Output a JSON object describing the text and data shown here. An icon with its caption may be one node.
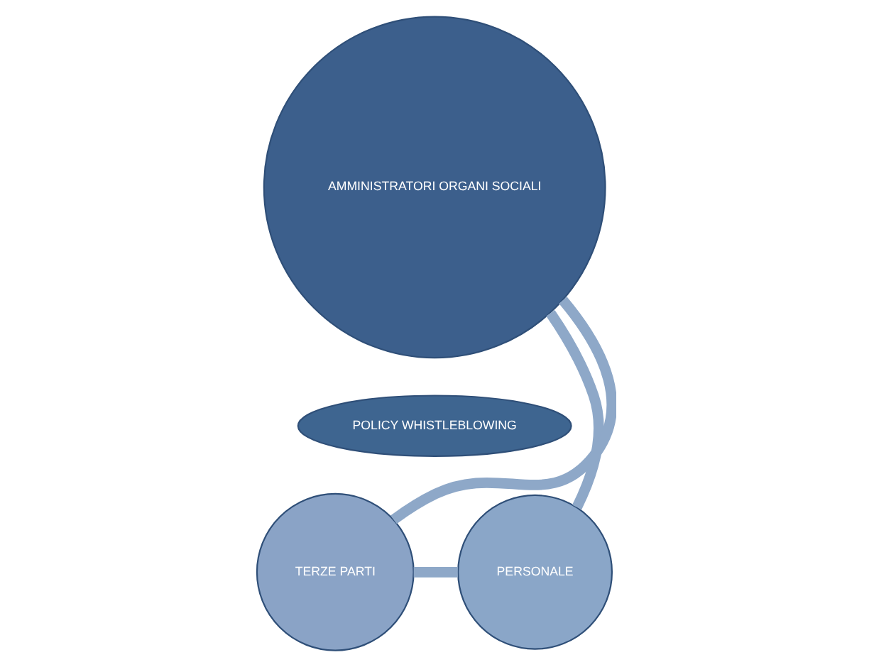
{
  "diagram": {
    "nodes": [
      {
        "text": [
          "AMMINISTRATORI ORGANI SOCIALI"
        ]
      },
      {
        "text": [
          "POLICY WHISTLEBLOWING"
        ]
      },
      {
        "text": [
          "TERZE PARTI"
        ]
      },
      {
        "text": [
          "PERSONALE"
        ]
      }
    ],
    "edges": [
      {
        "from": 0,
        "to": 3,
        "arrow": "none"
      },
      {
        "from": 3,
        "to": 2,
        "arrow": "none"
      },
      {
        "from": 2,
        "to": 0,
        "arrow": "none"
      }
    ]
  }
}
